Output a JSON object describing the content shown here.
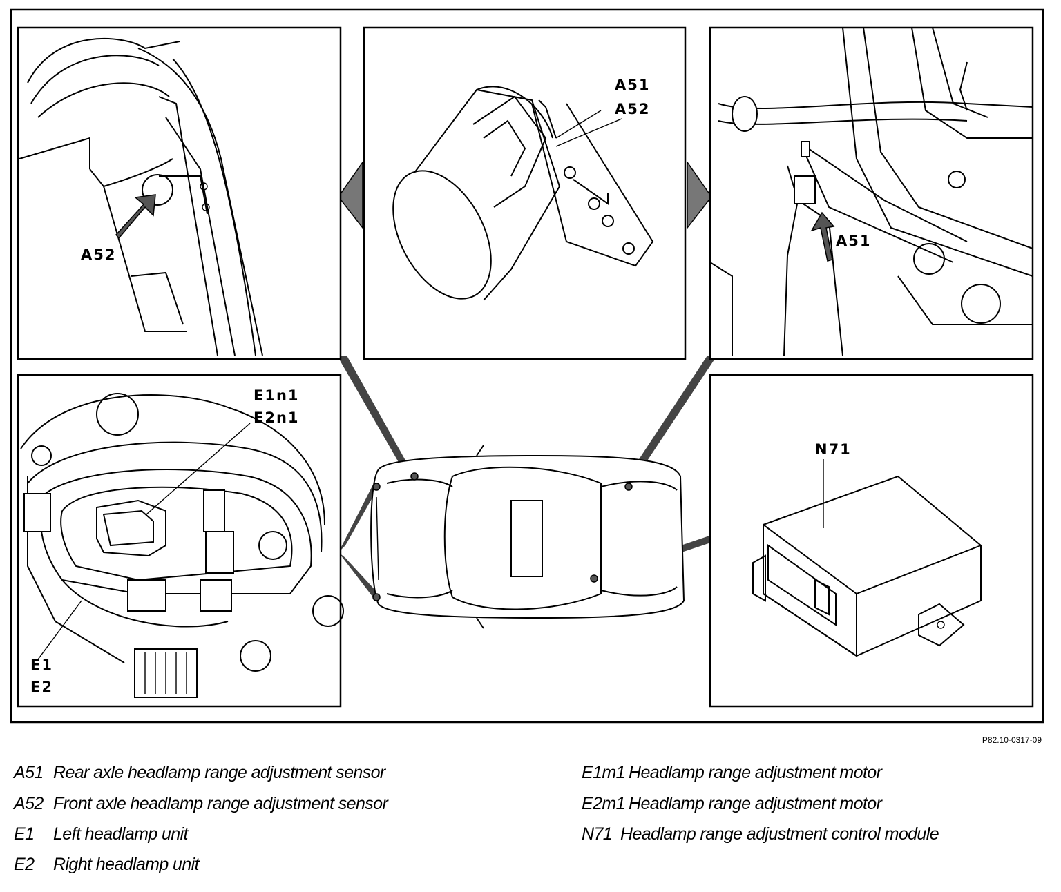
{
  "callouts": {
    "panel_top_left": [
      "A52"
    ],
    "panel_top_center": [
      "A51",
      "A52"
    ],
    "panel_top_right": [
      "A51"
    ],
    "panel_bottom_left_top": [
      "E1n1",
      "E2n1"
    ],
    "panel_bottom_left_bottom": [
      "E1",
      "E2"
    ],
    "panel_bottom_right": [
      "N71"
    ]
  },
  "figure_number": "P82.10-0317-09",
  "legend": {
    "left": [
      {
        "code": "A51",
        "description": "Rear axle headlamp range adjustment sensor"
      },
      {
        "code": "A52",
        "description": "Front axle headlamp range adjustment sensor"
      },
      {
        "code": "E1",
        "description": "Left headlamp unit"
      },
      {
        "code": "E2",
        "description": "Right headlamp unit"
      }
    ],
    "right": [
      {
        "code": "E1m1",
        "description": "Headlamp range adjustment motor"
      },
      {
        "code": "E2m1",
        "description": "Headlamp range adjustment motor"
      },
      {
        "code": "N71",
        "description": "Headlamp range adjustment control  module"
      }
    ]
  }
}
